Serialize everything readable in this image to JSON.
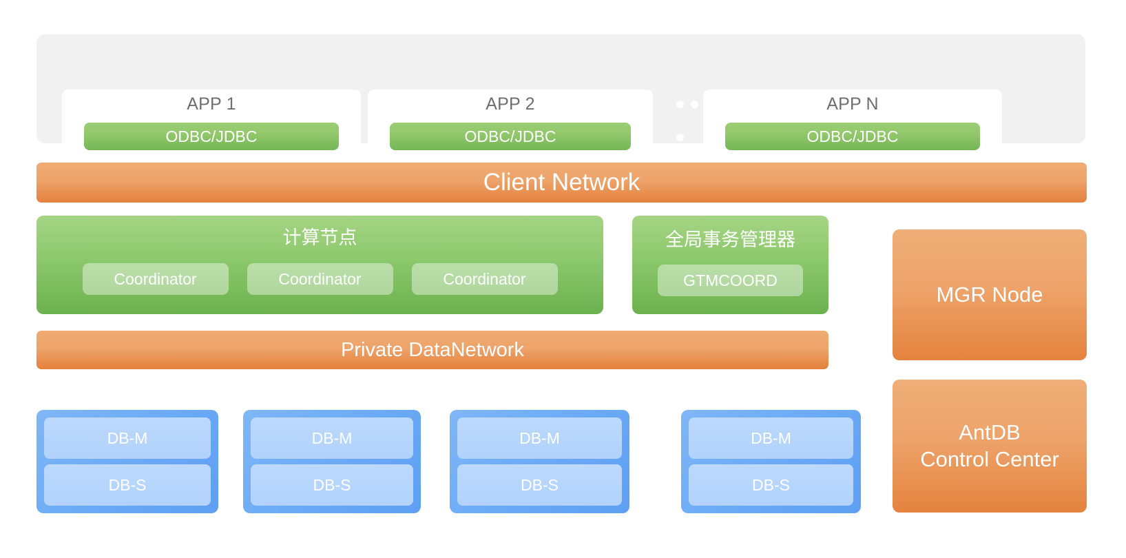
{
  "app_layer": {
    "cards": [
      {
        "title": "APP 1",
        "connector": "ODBC/JDBC"
      },
      {
        "title": "APP 2",
        "connector": "ODBC/JDBC"
      },
      {
        "title": "APP N",
        "connector": "ODBC/JDBC"
      }
    ],
    "ellipsis_dots": 3
  },
  "networks": {
    "client": "Client Network",
    "private": "Private DataNetwork"
  },
  "compute": {
    "title": "计算节点",
    "nodes": [
      "Coordinator",
      "Coordinator",
      "Coordinator"
    ]
  },
  "gtm": {
    "title": "全局事务管理器",
    "nodes": [
      "GTMCOORD"
    ]
  },
  "management": {
    "mgr_node": "MGR Node",
    "control_center_line1": "AntDB",
    "control_center_line2": "Control Center"
  },
  "storage": {
    "groups": [
      {
        "master": "DB-M",
        "slave": "DB-S"
      },
      {
        "master": "DB-M",
        "slave": "DB-S"
      },
      {
        "master": "DB-M",
        "slave": "DB-S"
      },
      {
        "master": "DB-M",
        "slave": "DB-S"
      }
    ]
  },
  "colors": {
    "panel_background": "#f1f1f1",
    "green_light": "#a5d484",
    "green_dark": "#6cb14f",
    "orange_light": "#efac73",
    "orange_dark": "#e4813c",
    "blue_group": "#69a9f5",
    "blue_chip": "#b6d4fb",
    "card_white": "#ffffff",
    "title_grey": "#6e6e6e"
  }
}
